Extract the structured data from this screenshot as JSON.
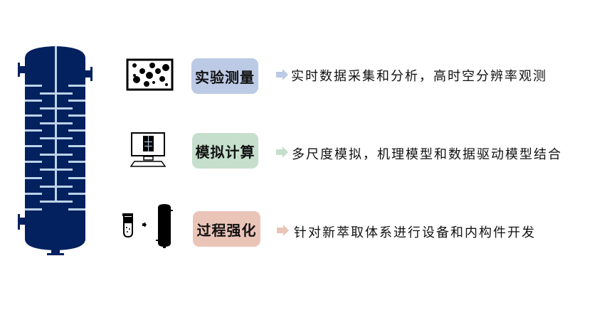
{
  "colors": {
    "column": "#03215e",
    "baffle": "#bcd3ea",
    "box1": "#bccae6",
    "box2": "#c5dfcc",
    "box3": "#ebc4b8"
  },
  "rows": [
    {
      "label": "实验测量",
      "description": "实时数据采集和分析，高时空分辨率观测",
      "icon": "bubbles-icon"
    },
    {
      "label": "模拟计算",
      "description": "多尺度模拟，机理模型和数据驱动模型结合",
      "icon": "computer-monitor-icon"
    },
    {
      "label": "过程强化",
      "description": "针对新萃取体系进行设备和内构件开发",
      "icon": "test-tube-to-column-icon"
    }
  ]
}
